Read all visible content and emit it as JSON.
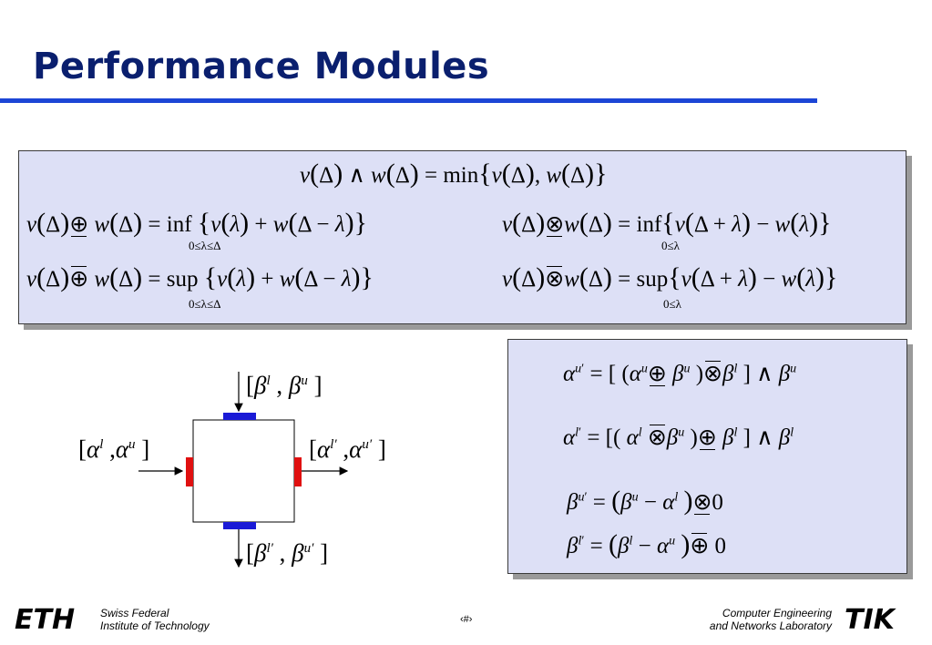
{
  "slide": {
    "title": "Performance Modules"
  },
  "equations": {
    "min_lhs_v": "v",
    "min_lhs_w": "w",
    "min_func": "min",
    "delta": "Δ",
    "inf": "inf",
    "sup": "sup",
    "inf_range": "0≤λ≤Δ",
    "sup_range": "0≤λ≤Δ",
    "inf_range2": "0≤λ",
    "sup_range2": "0≤λ"
  },
  "diagram": {
    "label_top": "[β^l, β^u]",
    "label_left": "[α^l, α^u]",
    "label_right": "[α^l', α^u']",
    "label_bottom": "[β^l', β^u']",
    "colors": {
      "blue_port": "#1a1ad6",
      "red_port": "#e01010"
    }
  },
  "footer": {
    "logo": "ETH",
    "institution_line1": "Swiss Federal",
    "institution_line2": "Institute of Technology",
    "page": "‹#›",
    "lab_line1": "Computer Engineering",
    "lab_line2": "and Networks Laboratory",
    "lab_logo": "TIK"
  },
  "colors": {
    "title": "#0a1f6e",
    "rule": "#1c46d6",
    "box_fill": "#dde0f6"
  }
}
